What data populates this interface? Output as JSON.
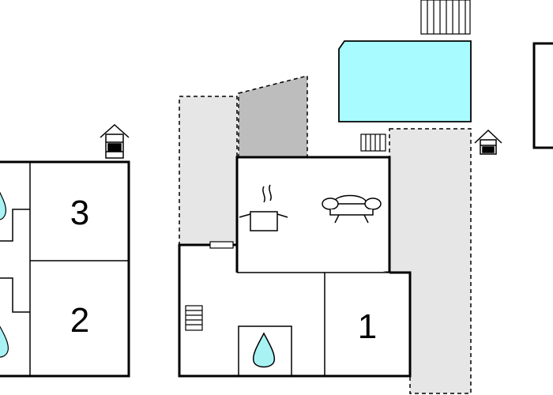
{
  "rooms": [
    {
      "number": "3"
    },
    {
      "number": "2"
    },
    {
      "number": "1"
    }
  ],
  "colors": {
    "walls": "#000000",
    "pool": "#a8fcff",
    "terrace": "#e6e6e6",
    "covered_terrace": "#bdbdbd",
    "bath_drop": "#a8f2f4"
  },
  "icons": [
    "house-entrance-icon",
    "stairs-icon",
    "cooking-pot-icon",
    "sofa-icon",
    "bath-drop-icon",
    "window-icon"
  ]
}
